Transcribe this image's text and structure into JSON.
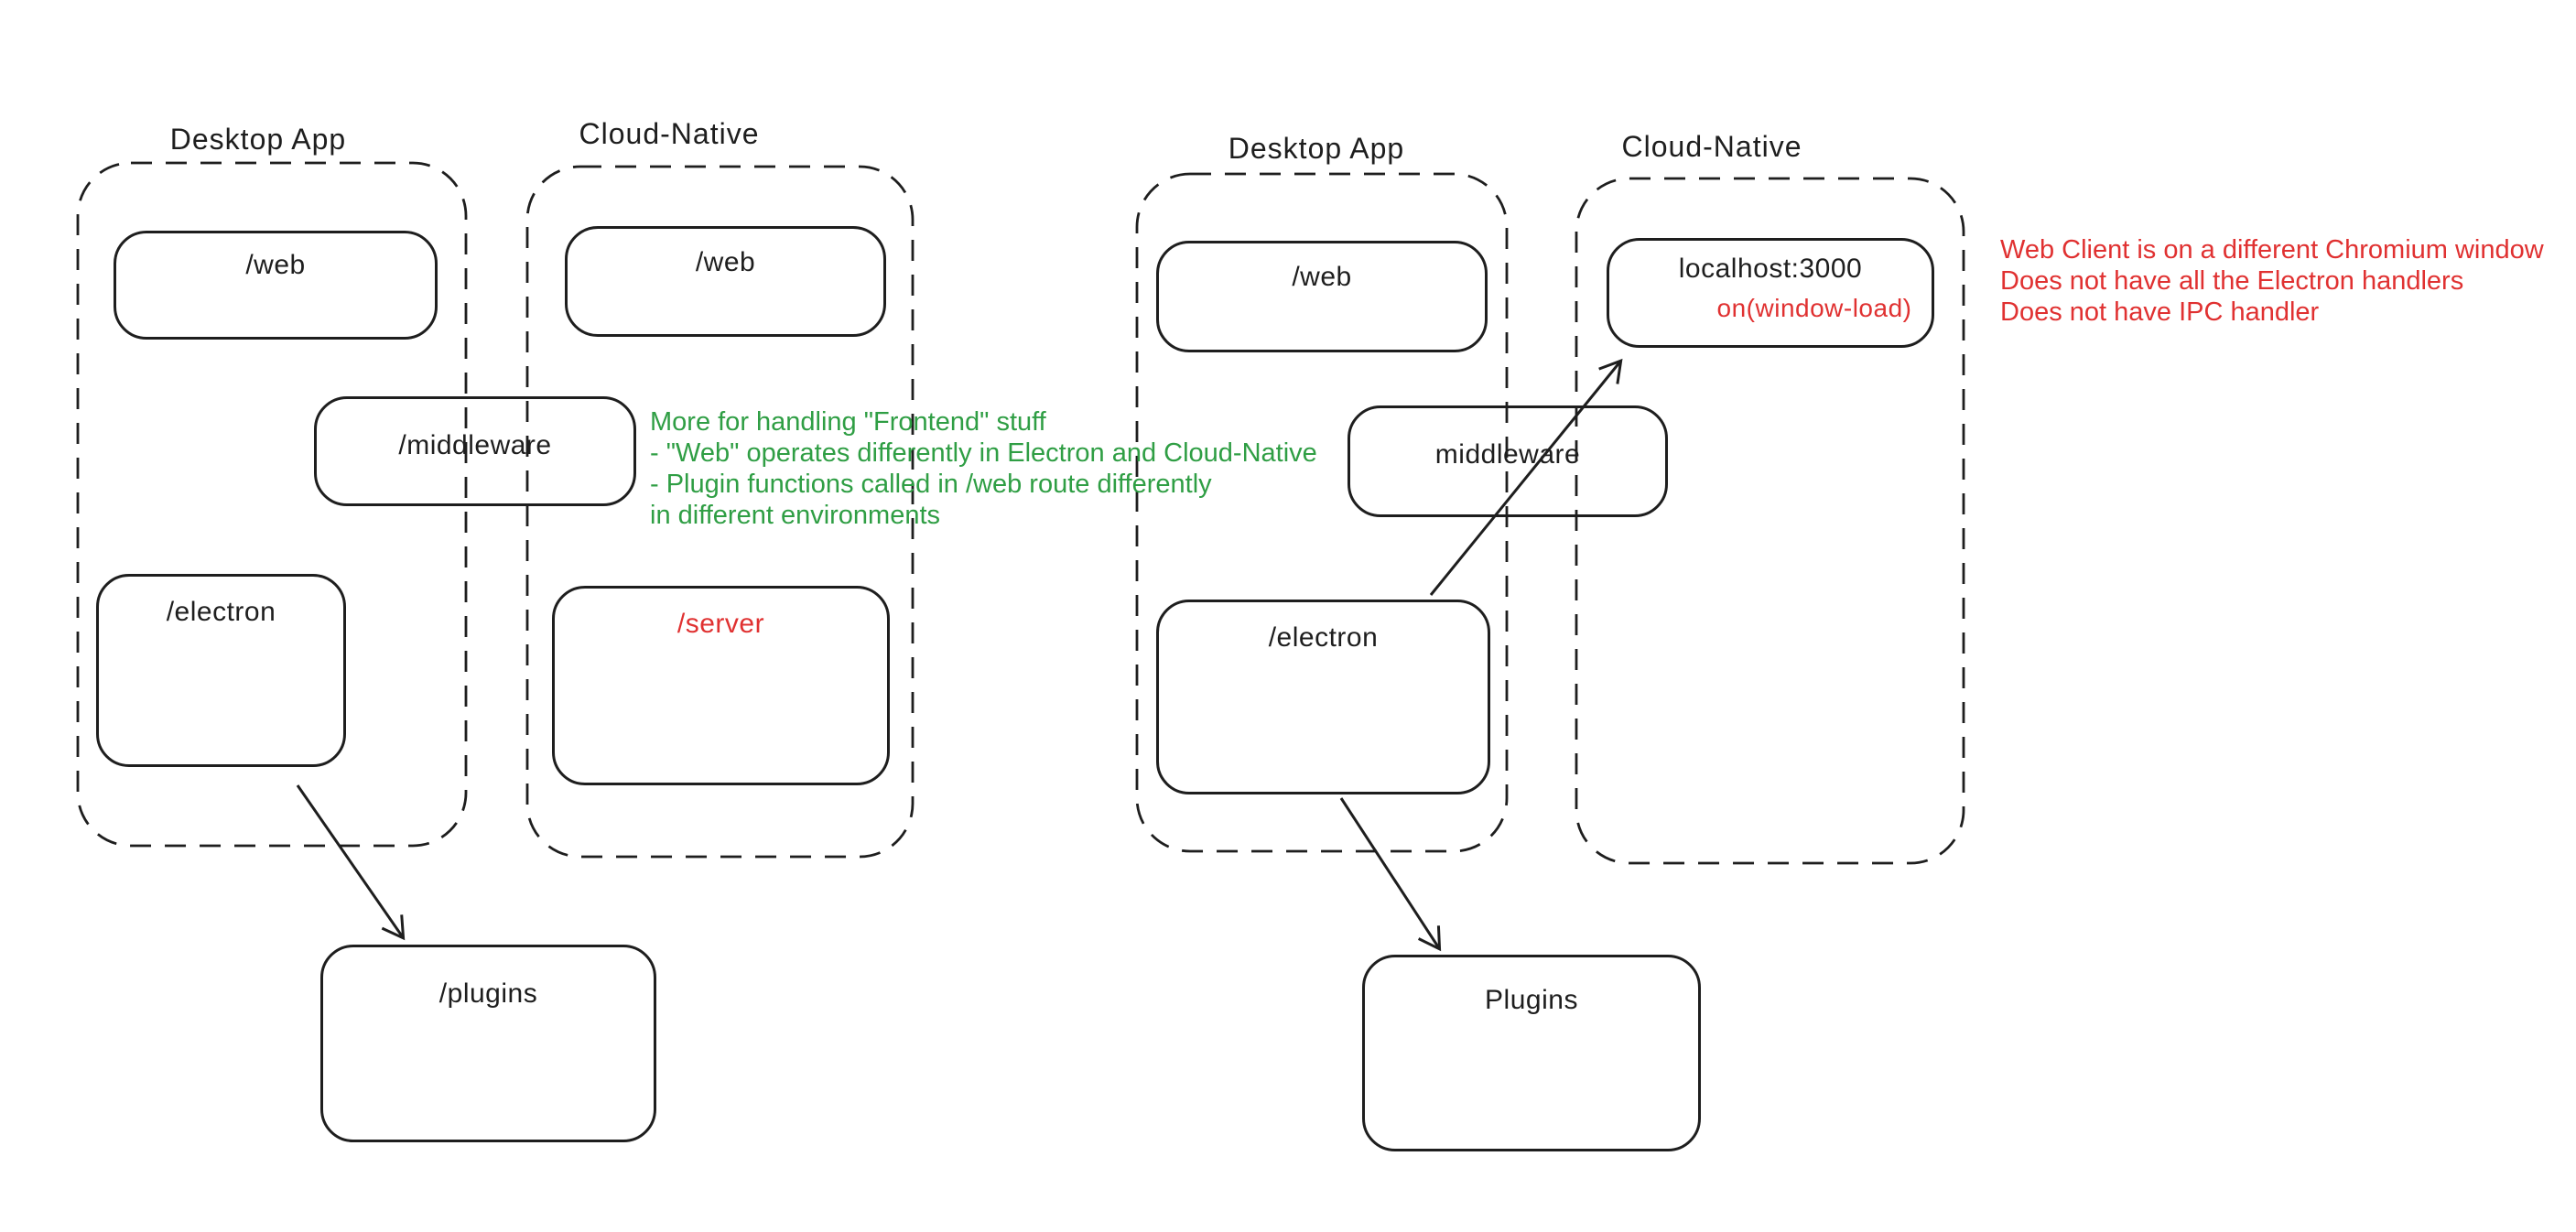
{
  "colors": {
    "stroke": "#1e1e1e",
    "green": "#2f9e44",
    "red": "#e03131",
    "background": "#ffffff"
  },
  "left": {
    "desktop_title": "Desktop App",
    "cloud_title": "Cloud-Native",
    "web_desktop": "/web",
    "middleware": "/middleware",
    "electron": "/electron",
    "web_cloud": "/web",
    "server": "/server",
    "plugins": "/plugins",
    "green_note": {
      "lines": [
        "More for handling \"Frontend\" stuff",
        "- \"Web\" operates differently in Electron and Cloud-Native",
        "- Plugin functions called in /web route differently",
        "in different environments"
      ]
    }
  },
  "right": {
    "desktop_title": "Desktop App",
    "cloud_title": "Cloud-Native",
    "web_desktop": "/web",
    "middleware": "middleware",
    "electron": "/electron",
    "localhost": "localhost:3000",
    "window_load": "on(window-load)",
    "plugins": "Plugins",
    "red_note": {
      "lines": [
        "Web Client is on a different Chromium window",
        "Does not have all the Electron handlers",
        "Does not have IPC handler"
      ]
    }
  }
}
